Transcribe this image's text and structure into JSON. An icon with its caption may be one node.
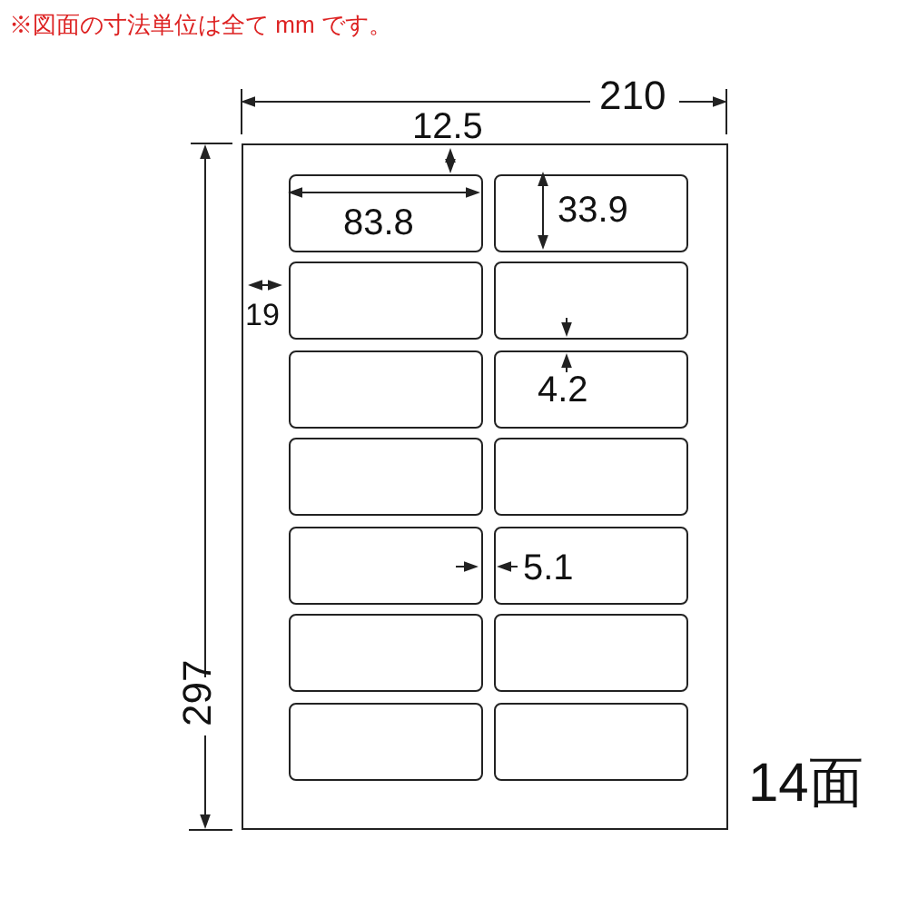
{
  "diagram": {
    "nodes": [
      {
        "text": [],
        "shape": "box"
      },
      {
        "text": [],
        "shape": "box",
        "in": 0
      },
      {
        "text": [],
        "shape": "box",
        "in": 0
      },
      {
        "text": [],
        "shape": "box",
        "in": 0
      },
      {
        "text": [],
        "shape": "box",
        "in": 0
      },
      {
        "text": [],
        "shape": "box",
        "in": 0
      },
      {
        "text": [],
        "shape": "box",
        "in": 0
      },
      {
        "text": [],
        "shape": "box",
        "in": 0
      },
      {
        "text": [],
        "shape": "box",
        "in": 0
      },
      {
        "text": [],
        "shape": "box",
        "in": 0
      },
      {
        "text": [],
        "shape": "box",
        "in": 0
      },
      {
        "text": [],
        "shape": "box",
        "in": 0
      },
      {
        "text": [],
        "shape": "box",
        "in": 0
      },
      {
        "text": [],
        "shape": "box",
        "in": 0
      },
      {
        "text": [],
        "shape": "box",
        "in": 0
      }
    ],
    "labels": [
      "※図面の寸法単位は全て mm です。",
      "210",
      "12.5",
      "83.8",
      "33.9",
      "19",
      "4.2",
      "5.1",
      "297",
      "14面"
    ]
  }
}
